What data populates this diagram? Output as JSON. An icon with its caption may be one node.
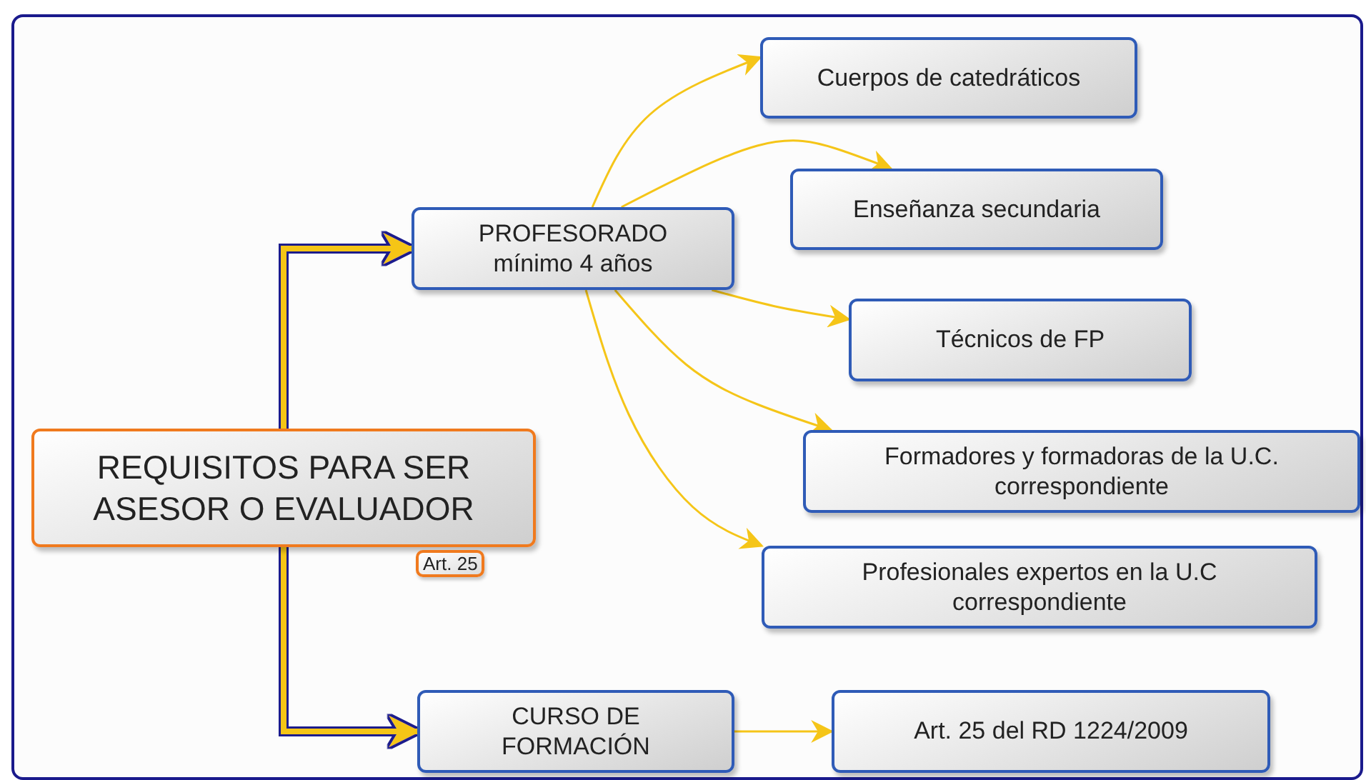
{
  "diagram": {
    "nodes": [
      {
        "text": [
          "REQUISITOS PARA SER ASESOR O EVALUADOR"
        ],
        "beside": [
          "Art. 25"
        ]
      },
      {
        "text": [
          "PROFESORADO mínimo 4 años"
        ]
      },
      {
        "text": [
          "Cuerpos de catedráticos"
        ]
      },
      {
        "text": [
          "Enseñanza secundaria"
        ]
      },
      {
        "text": [
          "Técnicos de FP"
        ]
      },
      {
        "text": [
          "Formadores y formadoras de la U.C. correspondiente"
        ]
      },
      {
        "text": [
          "Profesionales expertos en la U.C correspondiente"
        ]
      },
      {
        "text": [
          "CURSO DE FORMACIÓN"
        ]
      },
      {
        "text": [
          "Art. 25 del RD 1224/2009"
        ]
      }
    ],
    "edges": [
      {
        "from": 0,
        "to": 1,
        "arrow": "to",
        "style": "thick"
      },
      {
        "from": 0,
        "to": 7,
        "arrow": "to",
        "style": "thick"
      },
      {
        "from": 1,
        "to": 2,
        "arrow": "to"
      },
      {
        "from": 1,
        "to": 3,
        "arrow": "to"
      },
      {
        "from": 1,
        "to": 4,
        "arrow": "to"
      },
      {
        "from": 1,
        "to": 5,
        "arrow": "to"
      },
      {
        "from": 1,
        "to": 6,
        "arrow": "to"
      },
      {
        "from": 7,
        "to": 8,
        "arrow": "to"
      }
    ]
  }
}
